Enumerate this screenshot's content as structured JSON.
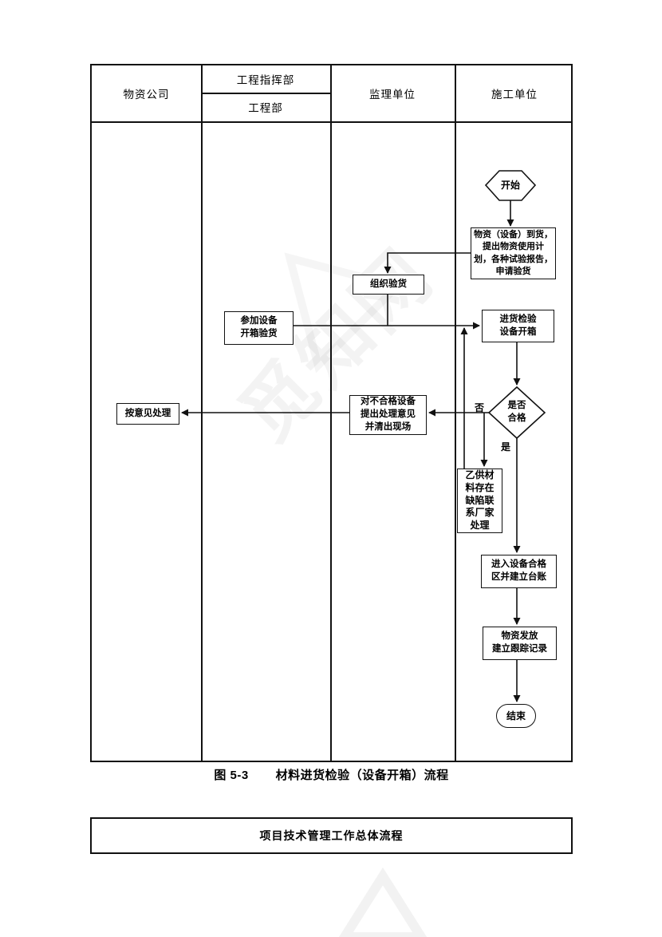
{
  "header": {
    "lane1": "物资公司",
    "lane2_top": "工程指挥部",
    "lane2_bottom": "工程部",
    "lane3": "监理单位",
    "lane4": "施工单位"
  },
  "flow": {
    "start": "开始",
    "arrival": "物资（设备）到货，\n提出物资使用计\n划，各种试验报告，\n申请验货",
    "organize": "组织验货",
    "participate": "参加设备\n开箱验货",
    "inspect": "进货检验\n设备开箱",
    "decision": "是否\n合格",
    "no_label": "否",
    "yes_label": "是",
    "handle": "对不合格设备\n提出处理意见\n并清出现场",
    "per_opinion": "按意见处理",
    "defect": "乙供材\n料存在\n缺陷联\n系厂家\n处理",
    "qualified_zone": "进入设备合格\n区并建立台账",
    "distribute": "物资发放\n建立跟踪记录",
    "end": "结束"
  },
  "caption": {
    "label": "图 5-3",
    "title": "材料进货检验（设备开箱）流程"
  },
  "footer": {
    "title": "项目技术管理工作总体流程"
  },
  "watermark": {
    "text": "觅知网"
  },
  "colors": {
    "line": "#111111",
    "background": "#ffffff"
  }
}
